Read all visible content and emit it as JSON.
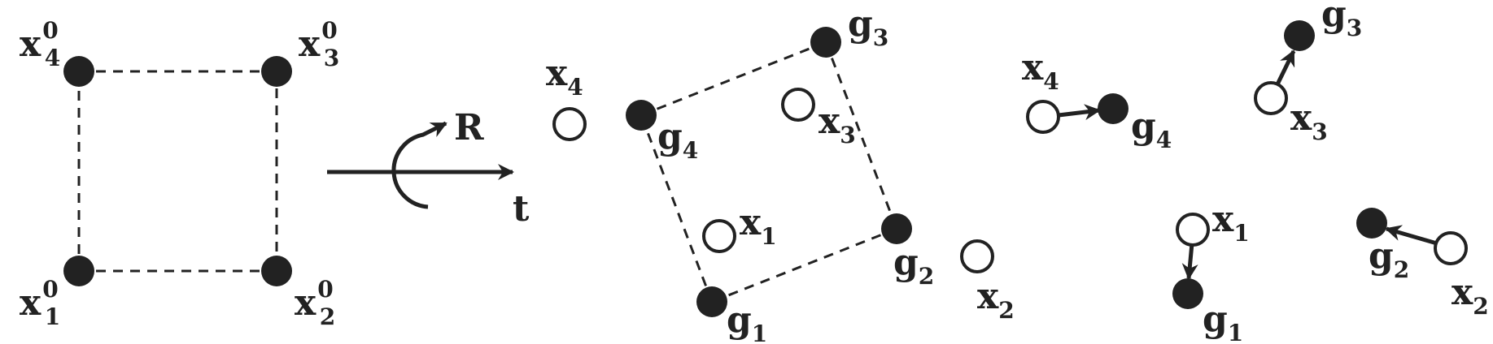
{
  "colors": {
    "ink": "#222222",
    "background": "#ffffff"
  },
  "square": {
    "x4": {
      "base": "x",
      "sub": "4",
      "sup": "0"
    },
    "x3": {
      "base": "x",
      "sub": "3",
      "sup": "0"
    },
    "x1": {
      "base": "x",
      "sub": "1",
      "sup": "0"
    },
    "x2": {
      "base": "x",
      "sub": "2",
      "sup": "0"
    }
  },
  "transform": {
    "rotation_label": "R",
    "translation_label": "t"
  },
  "overlay": {
    "x4": {
      "base": "x",
      "sub": "4"
    },
    "x3": {
      "base": "x",
      "sub": "3"
    },
    "x1": {
      "base": "x",
      "sub": "1"
    },
    "x2": {
      "base": "x",
      "sub": "2"
    },
    "g3": {
      "base": "g",
      "sub": "3"
    },
    "g4": {
      "base": "g",
      "sub": "4"
    },
    "g2": {
      "base": "g",
      "sub": "2"
    },
    "g1": {
      "base": "g",
      "sub": "1"
    }
  },
  "pairs": {
    "x4": {
      "base": "x",
      "sub": "4"
    },
    "g4": {
      "base": "g",
      "sub": "4"
    },
    "x3": {
      "base": "x",
      "sub": "3"
    },
    "g3": {
      "base": "g",
      "sub": "3"
    },
    "x1": {
      "base": "x",
      "sub": "1"
    },
    "g1": {
      "base": "g",
      "sub": "1"
    },
    "x2": {
      "base": "x",
      "sub": "2"
    },
    "g2": {
      "base": "g",
      "sub": "2"
    }
  }
}
